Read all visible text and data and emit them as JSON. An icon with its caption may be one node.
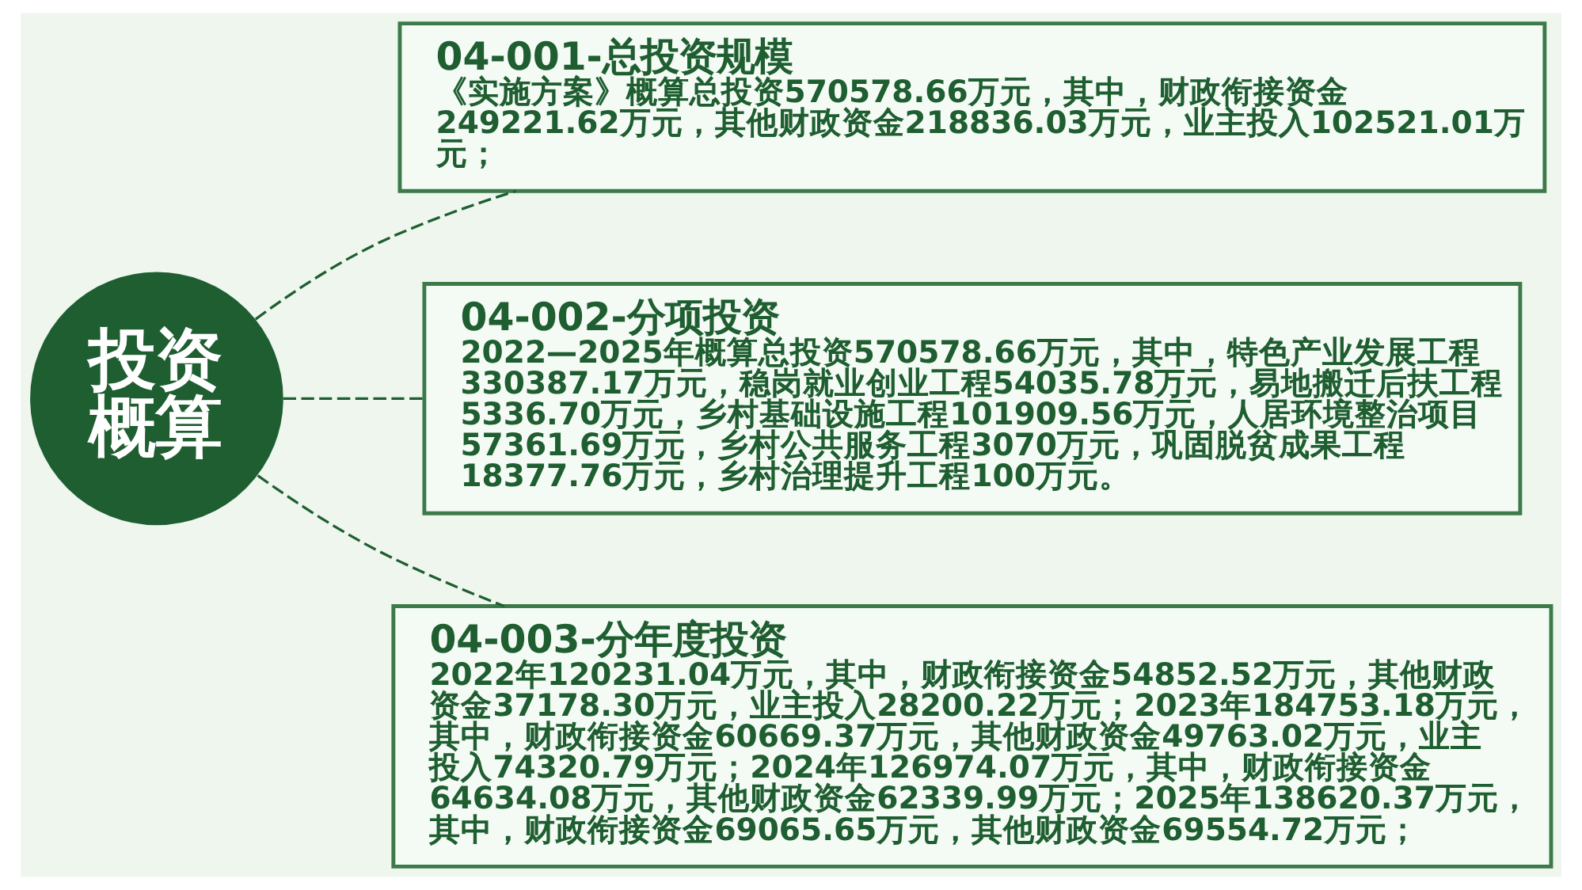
{
  "diagram": {
    "nodes": [
      {
        "text": [
          "投资概算"
        ]
      },
      {
        "text": [
          "04-001-总投资规模",
          "《实施方案》概算总投资570578.66万元，其中，财政衔接资金249221.62万元，其他财政资金218836.03万元，业主投入102521.01万元；"
        ]
      },
      {
        "text": [
          "04-002-分项投资",
          "2022—2025年概算总投资570578.66万元，其中，特色产业发展工程330387.17万元，稳岗就业创业工程54035.78万元，易地搬迁后扶工程5336.70万元，乡村基础设施工程101909.56万元，人居环境整治项目57361.69万元，乡村公共服务工程3070万元，巩固脱贫成果工程18377.76万元，乡村治理提升工程100万元。"
        ]
      },
      {
        "text": [
          "04-003-分年度投资",
          "2022年120231.04万元，其中，财政衔接资金54852.52万元，其他财政资金37178.30万元，业主投入28200.22万元；2023年184753.18万元，其中，财政衔接资金60669.37万元，其他财政资金49763.02万元，业主投入74320.79万元；2024年126974.07万元，其中，财政衔接资金64634.08万元，其他财政资金62339.99万元；2025年138620.37万元，其中，财政衔接资金69065.65万元，其他财政资金69554.72万元；"
        ]
      }
    ],
    "edges": [
      {
        "from": 0,
        "to": 1,
        "arrow": "none",
        "style": "dashed"
      },
      {
        "from": 0,
        "to": 2,
        "arrow": "none",
        "style": "dashed"
      },
      {
        "from": 0,
        "to": 3,
        "arrow": "none",
        "style": "dashed"
      }
    ]
  }
}
